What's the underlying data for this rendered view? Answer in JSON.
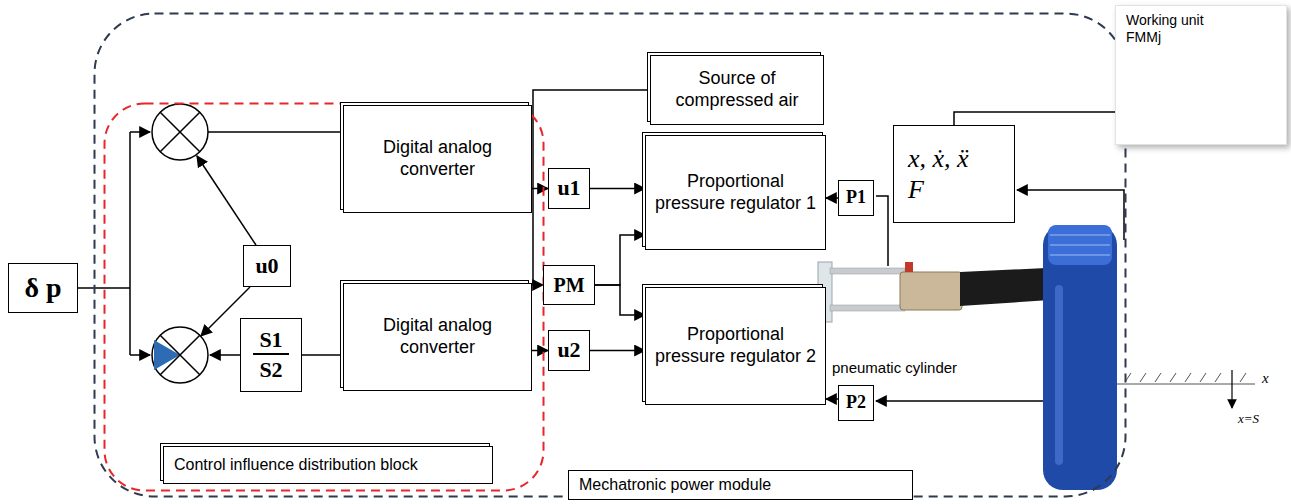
{
  "diagram": {
    "nodes": [
      {
        "text": [
          "δ p"
        ]
      },
      {
        "text": [
          "Mechatronic power module"
        ]
      },
      {
        "text": [
          "Control influence distribution block"
        ],
        "in": 1
      },
      {
        "text": [
          "u0"
        ],
        "in": 2
      },
      {
        "text": [
          "S1",
          "S2"
        ],
        "in": 2
      },
      {
        "text": [
          "Digital analog converter"
        ],
        "in": 2
      },
      {
        "text": [
          "Digital analog converter"
        ],
        "in": 2
      },
      {
        "text": [
          "Source of compressed air"
        ],
        "in": 1
      },
      {
        "text": [
          "u1"
        ],
        "in": 1
      },
      {
        "text": [
          "PM"
        ],
        "in": 1
      },
      {
        "text": [
          "u2"
        ],
        "in": 1
      },
      {
        "text": [
          "Proportional pressure regulator 1"
        ],
        "in": 1
      },
      {
        "text": [
          "Proportional pressure regulator 2"
        ],
        "in": 1
      },
      {
        "text": [
          "P1"
        ],
        "in": 1
      },
      {
        "text": [
          "P2"
        ],
        "in": 1
      },
      {
        "text": [
          "x, ẋ, ẍ",
          "F"
        ],
        "in": 1
      },
      {
        "text": [
          "Working unit FMMj"
        ]
      }
    ],
    "edges": [
      {
        "from": 5,
        "to": 8,
        "arrow": "to"
      },
      {
        "from": 6,
        "to": 10,
        "arrow": "to"
      },
      {
        "from": 8,
        "to": 11,
        "arrow": "to"
      },
      {
        "from": 10,
        "to": 12,
        "arrow": "to"
      },
      {
        "from": 7,
        "to": 9,
        "arrow": "to"
      },
      {
        "from": 9,
        "to": 11,
        "arrow": "to"
      },
      {
        "from": 9,
        "to": 12,
        "arrow": "to"
      },
      {
        "from": 13,
        "to": 11,
        "arrow": "to"
      },
      {
        "from": 14,
        "to": 12,
        "arrow": "to"
      },
      {
        "from": 4,
        "to": 6,
        "arrow": "none"
      },
      {
        "from": 15,
        "to": 16,
        "arrow": "none"
      }
    ],
    "labels": [
      "pneumatic cylinder",
      "x",
      "x=S"
    ]
  }
}
